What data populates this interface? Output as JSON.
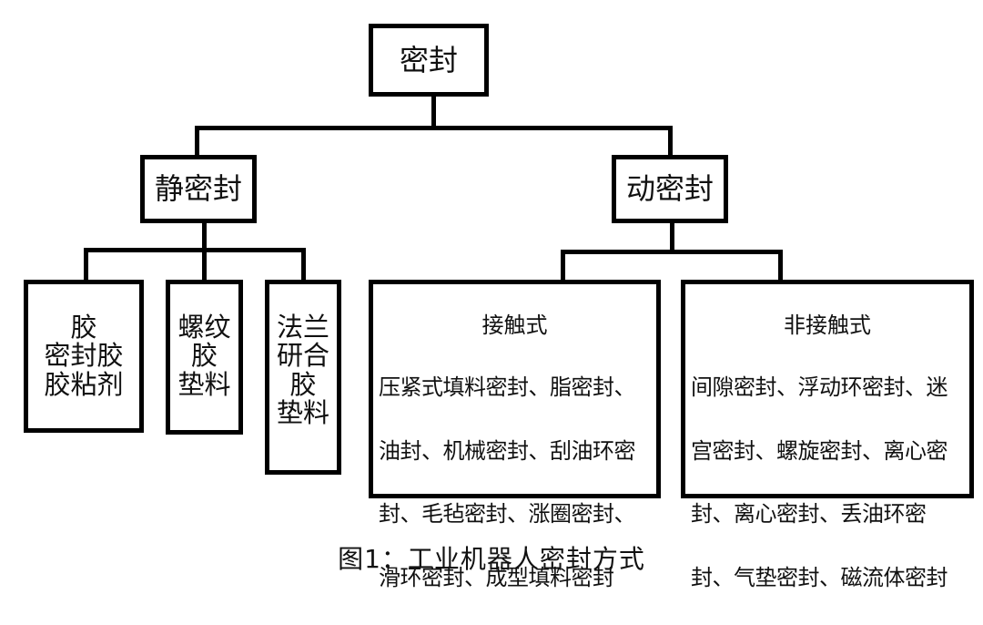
{
  "diagram": {
    "root": {
      "label": "密封"
    },
    "branches": [
      {
        "label": "静密封",
        "children": [
          {
            "label": "胶\n密封胶\n胶粘剂"
          },
          {
            "label": "螺纹\n胶\n垫料"
          },
          {
            "label": "法兰\n研合\n胶\n垫料"
          }
        ]
      },
      {
        "label": "动密封",
        "children": [
          {
            "title": "接触式",
            "body": "压紧式填料密封、脂密封、油封、机械密封、刮油环密封、毛毡密封、涨圈密封、滑环密封、成型填料密封",
            "lines": [
              "压紧式填料密封、脂密封、",
              "油封、机械密封、刮油环密",
              "封、毛毡密封、涨圈密封、",
              "滑环密封、成型填料密封"
            ]
          },
          {
            "title": "非接触式",
            "body": "间隙密封、浮动环密封、迷宫密封、螺旋密封、离心密封、离心密封、丢油环密封、气垫密封、磁流体密封",
            "lines": [
              "间隙密封、浮动环密封、迷",
              "宫密封、螺旋密封、离心密",
              "封、离心密封、丢油环密",
              "封、气垫密封、磁流体密封"
            ]
          }
        ]
      }
    ],
    "caption": "图1：工业机器人密封方式"
  }
}
